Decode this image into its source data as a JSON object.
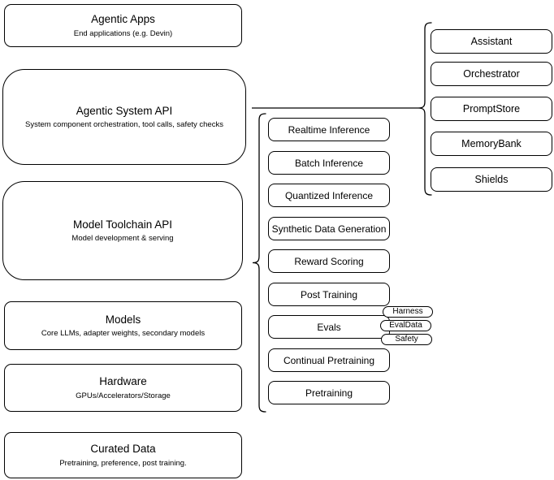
{
  "nodes": {
    "left_column": [
      {
        "title": "Agentic Apps",
        "subtitle": "End applications (e.g. Devin)"
      },
      {
        "title": "Agentic System API",
        "subtitle": "System component orchestration, tool calls, safety checks"
      },
      {
        "title": "Model Toolchain API",
        "subtitle": "Model development & serving"
      },
      {
        "title": "Models",
        "subtitle": "Core LLMs, adapter weights, secondary models"
      },
      {
        "title": "Hardware",
        "subtitle": "GPUs/Accelerators/Storage"
      },
      {
        "title": "Curated Data",
        "subtitle": "Pretraining, preference, post training."
      }
    ],
    "toolchain_items": [
      "Realtime Inference",
      "Batch Inference",
      "Quantized Inference",
      "Synthetic Data Generation",
      "Reward Scoring",
      "Post Training",
      "Evals",
      "Continual Pretraining",
      "Pretraining"
    ],
    "eval_tags": [
      "Harness",
      "EvalData",
      "Safety"
    ],
    "system_components": [
      "Assistant",
      "Orchestrator",
      "PromptStore",
      "MemoryBank",
      "Shields"
    ]
  },
  "colors": {
    "stroke": "#000000",
    "fill": "#ffffff",
    "canvas": "#ffffff"
  }
}
